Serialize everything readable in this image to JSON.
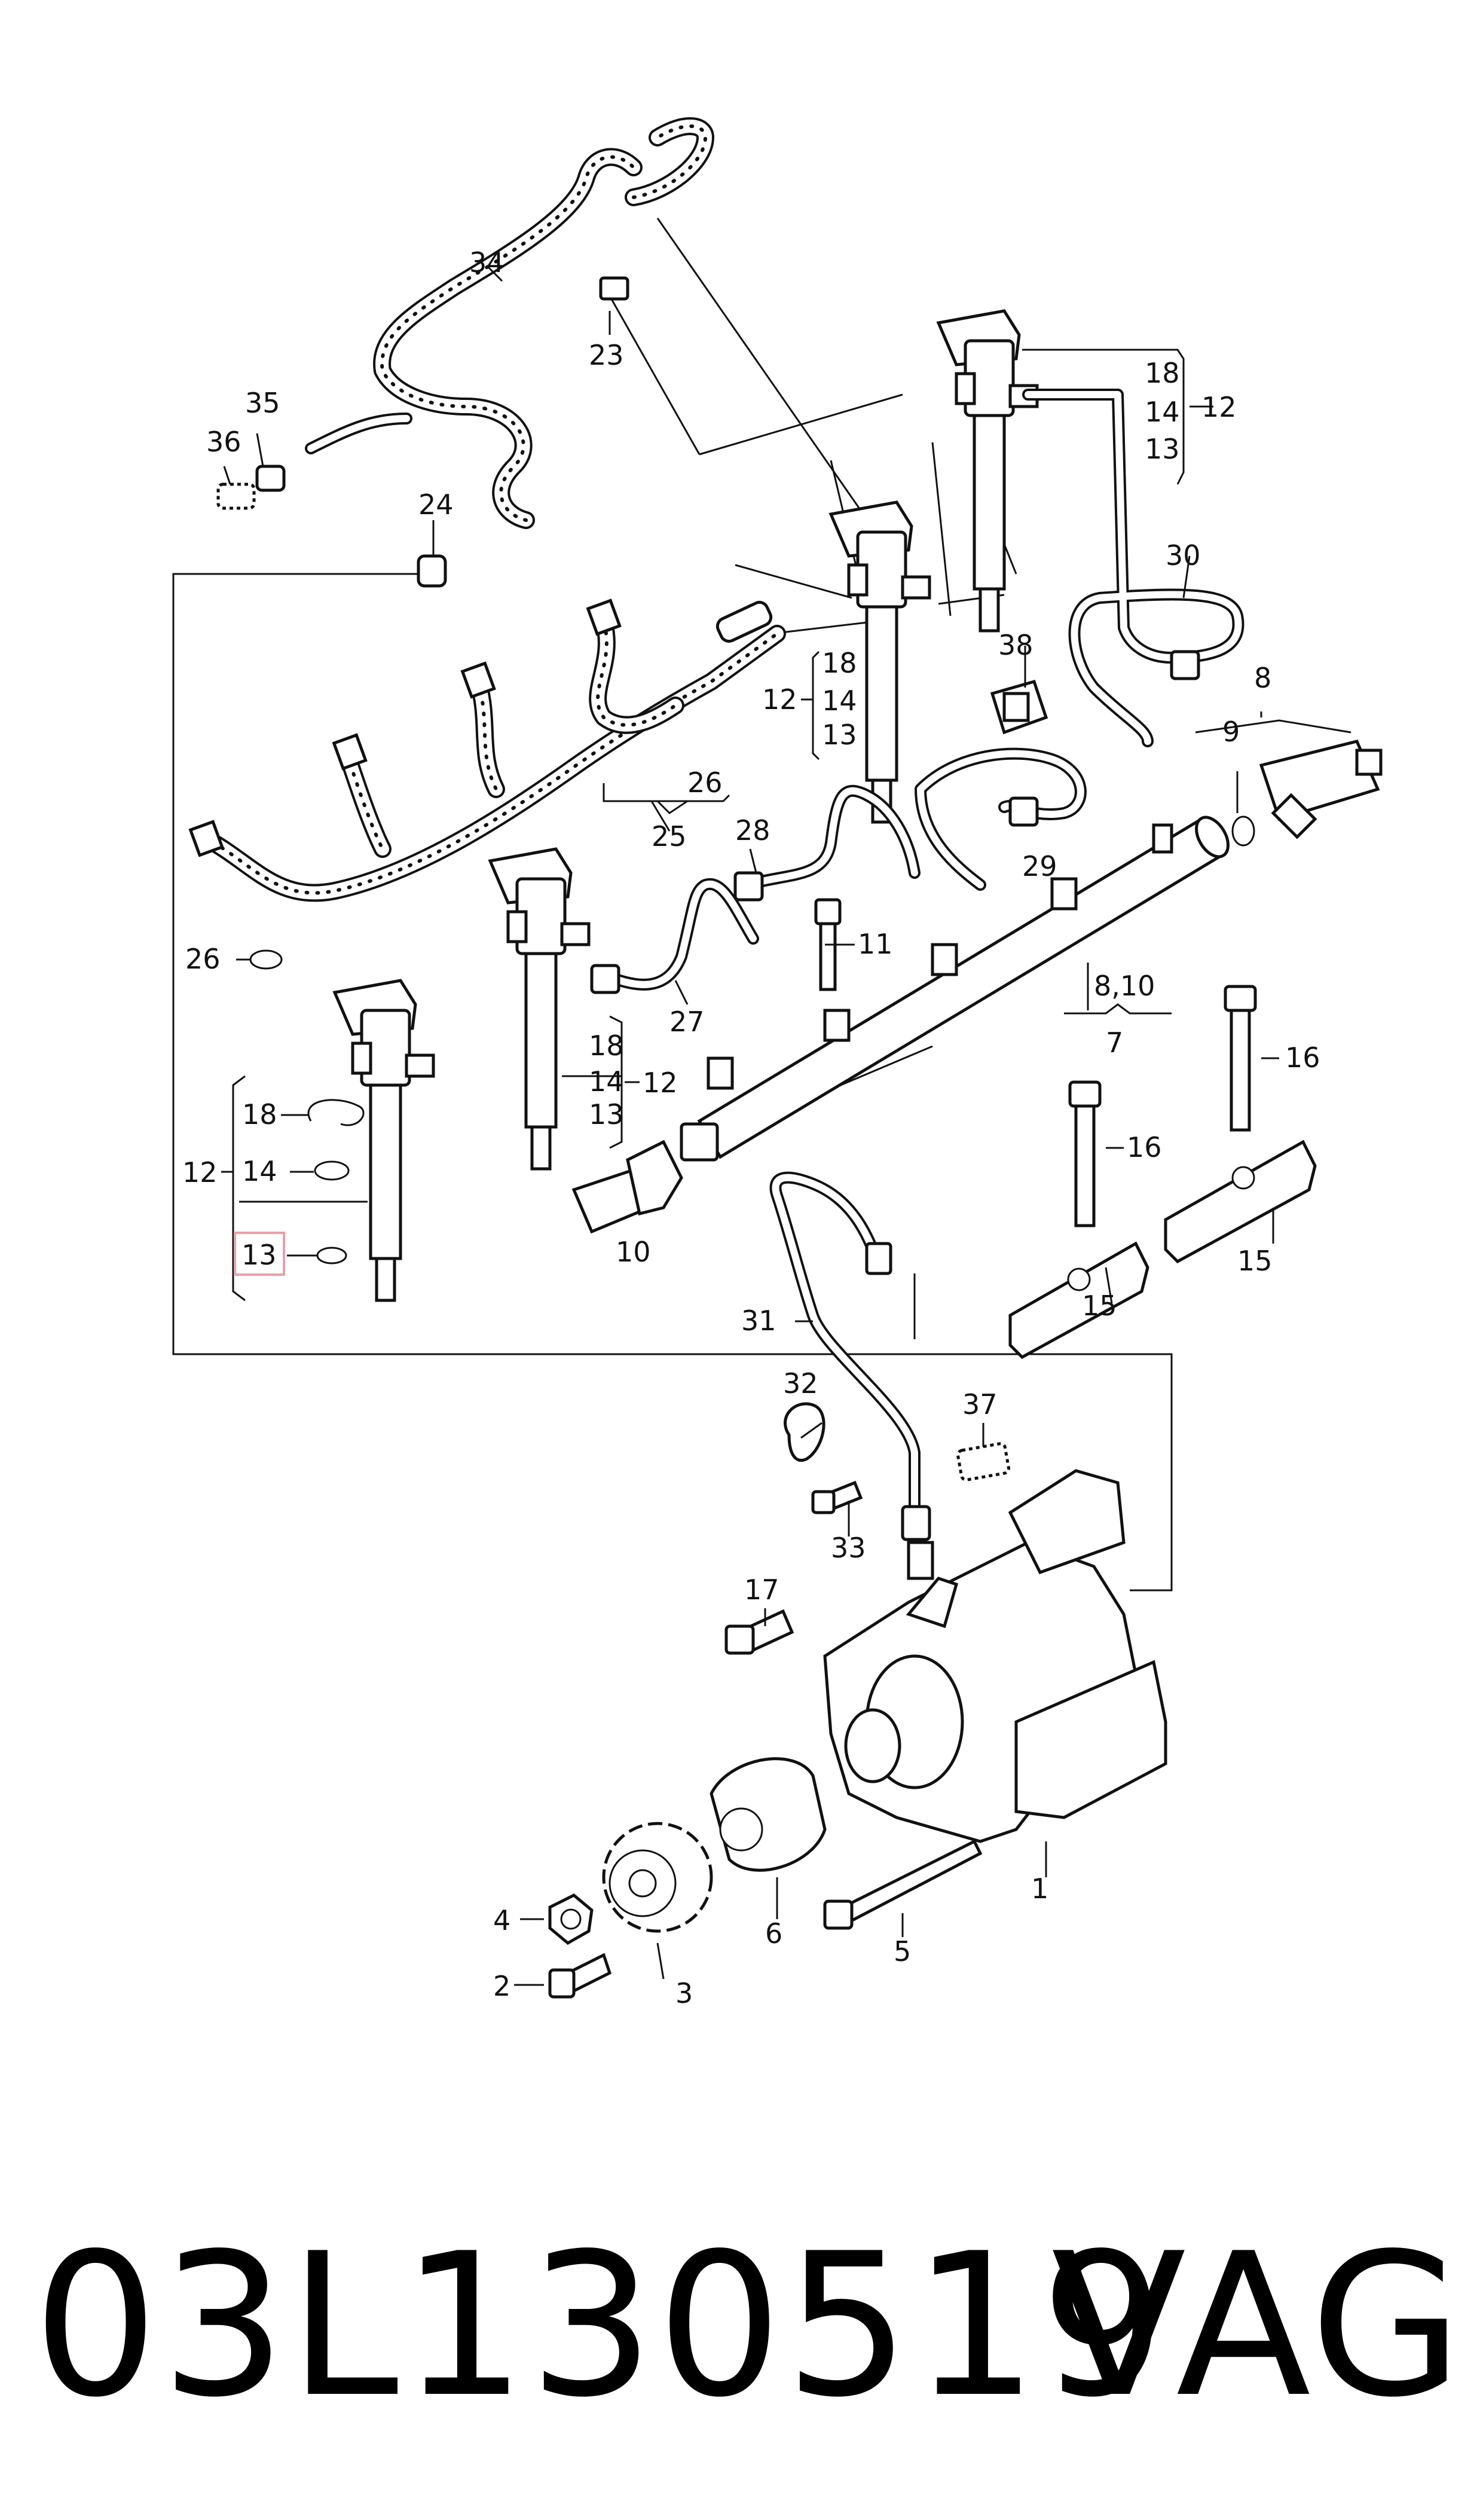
{
  "diagram": {
    "highlight_color": "#e8a0a8",
    "labels": {
      "p1": "1",
      "p2": "2",
      "p3": "3",
      "p4": "4",
      "p5": "5",
      "p6": "6",
      "p7": "7",
      "p8": "8",
      "p8_10": "8,10",
      "p9": "9",
      "p10": "10",
      "p11": "11",
      "p12a": "12",
      "p12b": "12",
      "p12c": "12",
      "p12d": "12",
      "p13a": "13",
      "p13b": "13",
      "p13c": "13",
      "p13d": "13",
      "p14a": "14",
      "p14b": "14",
      "p14c": "14",
      "p14d": "14",
      "p15a": "15",
      "p15b": "15",
      "p16a": "16",
      "p16b": "16",
      "p17": "17",
      "p18a": "18",
      "p18b": "18",
      "p18c": "18",
      "p18d": "18",
      "p23": "23",
      "p24": "24",
      "p25": "25",
      "p26a": "26",
      "p26b": "26",
      "p27": "27",
      "p28": "28",
      "p29": "29",
      "p30": "30",
      "p31": "31",
      "p32": "32",
      "p33": "33",
      "p34": "34",
      "p35": "35",
      "p36": "36",
      "p37": "37",
      "p38": "38"
    }
  },
  "caption": {
    "part_number": "03L130519",
    "brand": "VAG"
  }
}
